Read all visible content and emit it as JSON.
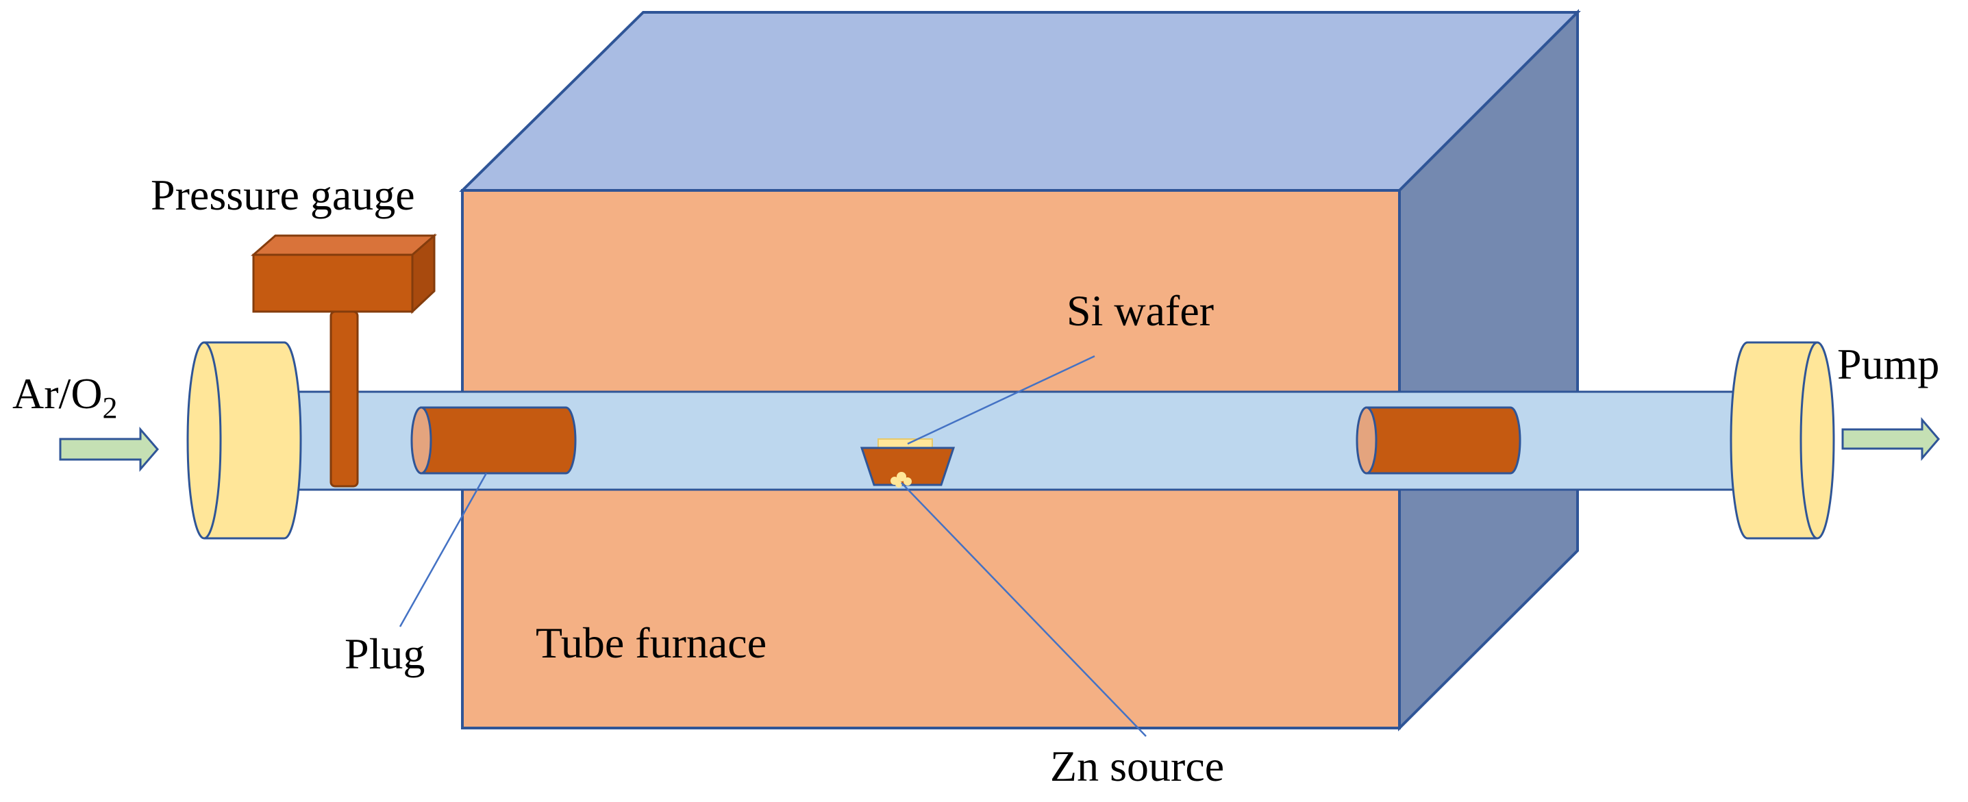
{
  "labels": {
    "inlet_gas": "Ar/O",
    "inlet_gas_subscript": "2",
    "pressure_gauge": "Pressure gauge",
    "si_wafer": "Si wafer",
    "pump": "Pump",
    "plug": "Plug",
    "tube_furnace": "Tube furnace",
    "zn_source": "Zn source"
  },
  "colors": {
    "furnace_front": "#F4B084",
    "furnace_top": "#A9BCE3",
    "furnace_side": "#7489B0",
    "furnace_edge": "#2F5597",
    "tube": "#BDD7EE",
    "flange": "#FFE699",
    "plug": "#C55A11",
    "gauge": "#C55A11",
    "arrow": "#C5E0B4",
    "leader_line": "#4472C4",
    "wafer": "#FFE699"
  }
}
